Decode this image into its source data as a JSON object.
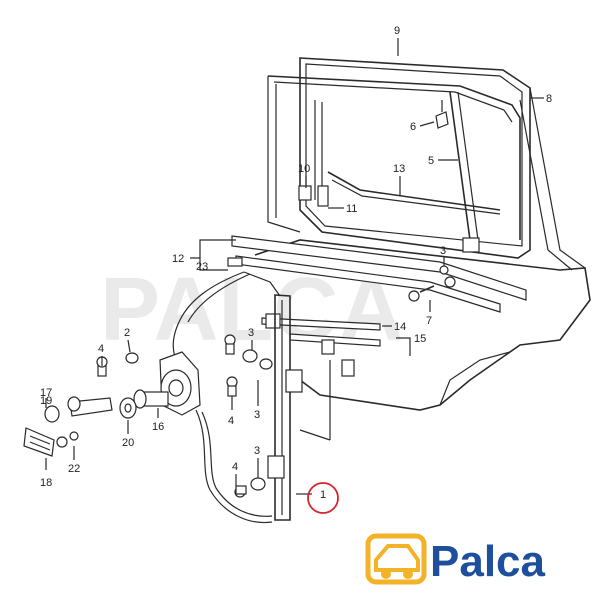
{
  "callouts": [
    {
      "id": "label-9",
      "text": "9"
    },
    {
      "id": "label-8",
      "text": "8"
    },
    {
      "id": "label-6",
      "text": "6"
    },
    {
      "id": "label-5",
      "text": "5"
    },
    {
      "id": "label-10",
      "text": "10"
    },
    {
      "id": "label-13",
      "text": "13"
    },
    {
      "id": "label-11",
      "text": "11"
    },
    {
      "id": "label-12",
      "text": "12"
    },
    {
      "id": "label-23",
      "text": "23"
    },
    {
      "id": "label-3a",
      "text": "3"
    },
    {
      "id": "label-7",
      "text": "7"
    },
    {
      "id": "label-14",
      "text": "14"
    },
    {
      "id": "label-15",
      "text": "15"
    },
    {
      "id": "label-2",
      "text": "2"
    },
    {
      "id": "label-4a",
      "text": "4"
    },
    {
      "id": "label-3b",
      "text": "3"
    },
    {
      "id": "label-17",
      "text": "17"
    },
    {
      "id": "label-19",
      "text": "19"
    },
    {
      "id": "label-20",
      "text": "20"
    },
    {
      "id": "label-16",
      "text": "16"
    },
    {
      "id": "label-4b",
      "text": "4"
    },
    {
      "id": "label-3c",
      "text": "3"
    },
    {
      "id": "label-18",
      "text": "18"
    },
    {
      "id": "label-22",
      "text": "22"
    },
    {
      "id": "label-4c",
      "text": "4"
    },
    {
      "id": "label-3d",
      "text": "3"
    },
    {
      "id": "label-1",
      "text": "1"
    }
  ],
  "highlight": {
    "label": "1",
    "color": "#d9232d"
  },
  "brand": {
    "name": "Palca",
    "text_color": "#1d4f9c",
    "icon_color": "#f3b228"
  },
  "watermark": {
    "text": "PALCA"
  }
}
